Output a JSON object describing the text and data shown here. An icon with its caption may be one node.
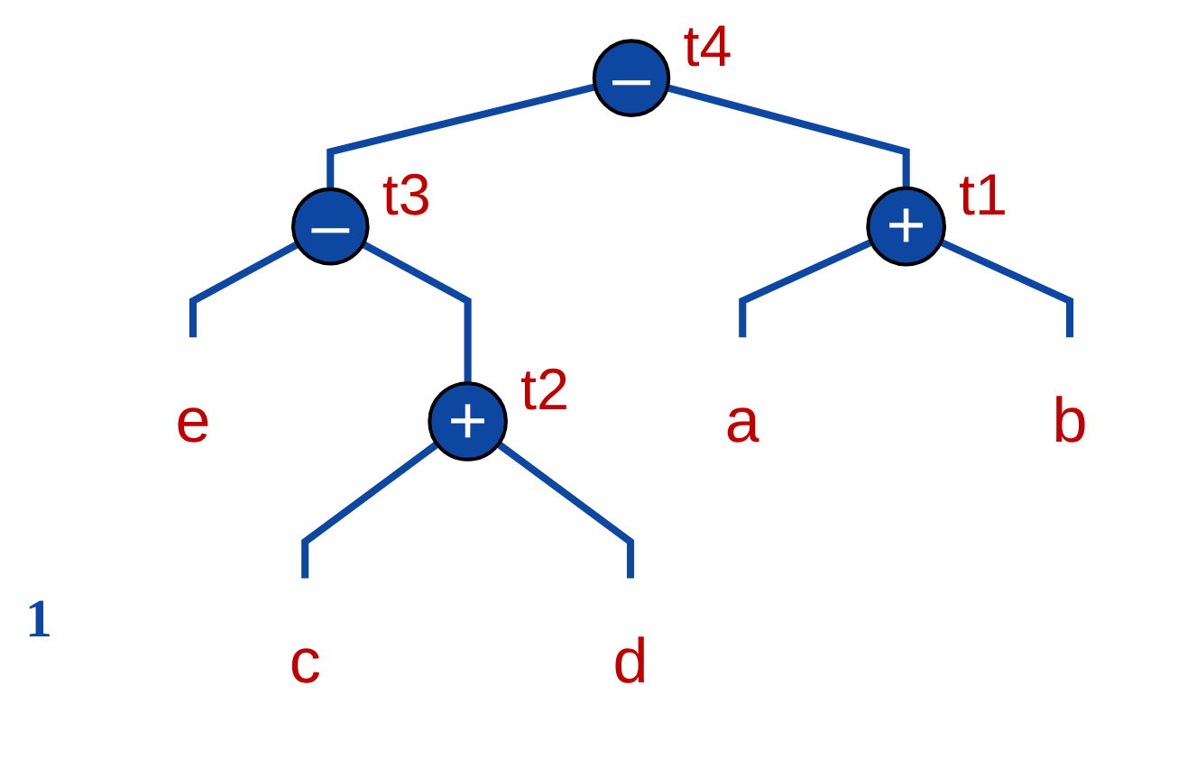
{
  "diagram": {
    "nodes": [
      {
        "text": [
          "–"
        ],
        "beside": [
          "t4"
        ]
      },
      {
        "text": [
          "+"
        ],
        "beside": [
          "t1"
        ]
      },
      {
        "text": [
          "–"
        ],
        "beside": [
          "t3"
        ]
      },
      {
        "text": [
          "e"
        ]
      },
      {
        "text": [
          "+"
        ],
        "beside": [
          "t2"
        ]
      },
      {
        "text": [
          "a"
        ]
      },
      {
        "text": [
          "b"
        ]
      },
      {
        "text": [
          "c"
        ]
      },
      {
        "text": [
          "d"
        ]
      }
    ],
    "edges": [
      {
        "from": 0,
        "to": 1,
        "arrow": "none"
      },
      {
        "from": 0,
        "to": 2,
        "arrow": "none"
      },
      {
        "from": 1,
        "to": 5,
        "arrow": "none"
      },
      {
        "from": 1,
        "to": 6,
        "arrow": "none"
      },
      {
        "from": 2,
        "to": 3,
        "arrow": "none"
      },
      {
        "from": 2,
        "to": 4,
        "arrow": "none"
      },
      {
        "from": 4,
        "to": 7,
        "arrow": "none"
      },
      {
        "from": 4,
        "to": 8,
        "arrow": "none"
      }
    ],
    "labels": [
      "1"
    ]
  }
}
